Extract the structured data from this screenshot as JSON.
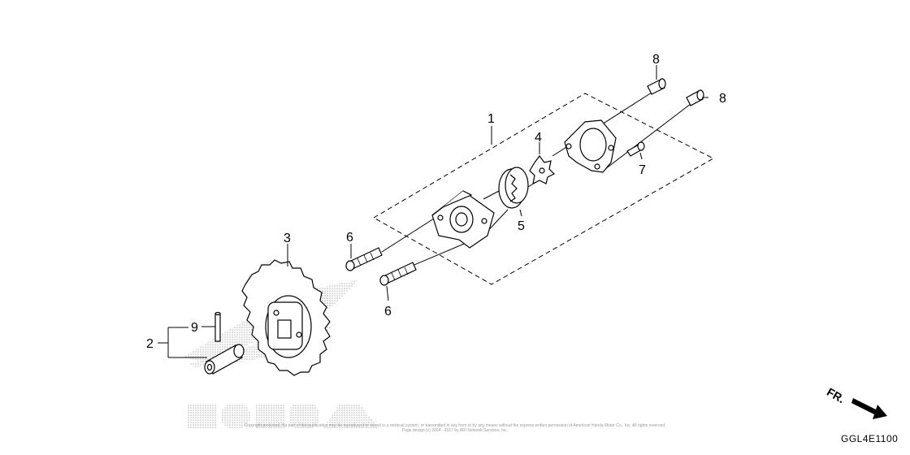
{
  "callouts": {
    "c1": "1",
    "c2": "2",
    "c3": "3",
    "c4": "4",
    "c5": "5",
    "c6a": "6",
    "c6b": "6",
    "c7": "7",
    "c8a": "8",
    "c8b": "8",
    "c9": "9"
  },
  "diagram_code": "GGL4E1100",
  "direction_label": "FR.",
  "watermark_text": "HONDA",
  "copyright_lines": [
    "Copyright protected. No part of this publication may be reproduced or stored in a retrieval system, or transmitted in any form or by any means without the express written permission of American Honda Motor Co., Inc. All rights reserved.",
    "Page design (c) 2004 - 2017 by ARI Network Services, Inc."
  ],
  "colors": {
    "line": "#000000",
    "watermark": "#b0b0b0"
  }
}
